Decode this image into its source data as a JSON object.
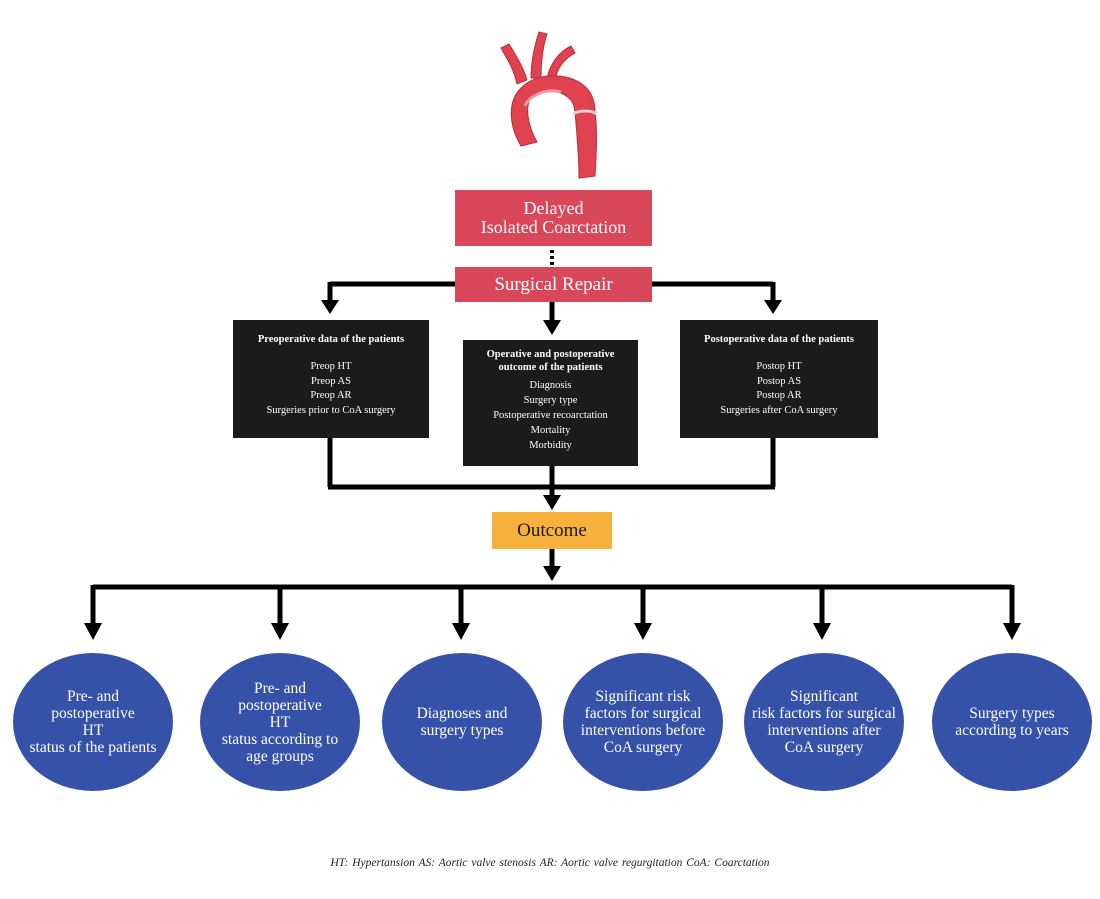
{
  "colors": {
    "red_box": "#d9485a",
    "black_box": "#1b1b1b",
    "orange_box": "#f6b13c",
    "circle": "#3552a8",
    "connector": "#000000",
    "illustration_red": "#e04250"
  },
  "illustration": "aortic-arch-coarctation",
  "top_box": {
    "line1": "Delayed",
    "line2": "Isolated Coarctation"
  },
  "repair_box": "Surgical Repair",
  "black_boxes": [
    {
      "heading": "Preoperative data of the patients",
      "items": [
        "Preop HT",
        "Preop AS",
        "Preop AR",
        "Surgeries prior to CoA surgery"
      ]
    },
    {
      "heading_line1": "Operative  and postoperative",
      "heading_line2": "outcome of the patients",
      "items": [
        "Diagnosis",
        "Surgery type",
        "Postoperative recoarctation",
        "Mortality",
        "Morbidity"
      ]
    },
    {
      "heading": "Postoperative data of the patients",
      "items": [
        "Postop HT",
        "Postop AS",
        "Postop AR",
        "Surgeries after CoA surgery"
      ]
    }
  ],
  "outcome_box": "Outcome",
  "circles": [
    "Pre- and\npostoperative\nHT\nstatus  of the patients",
    "Pre- and\npostoperative\nHT\nstatus according to\nage groups",
    "Diagnoses and\nsurgery types",
    "Significant risk\nfactors for surgical\ninterventions before\nCoA surgery",
    "Significant\nrisk factors for surgical\ninterventions after\nCoA surgery",
    "Surgery types\naccording to years"
  ],
  "footnote": "HT: Hypertansion  AS: Aortic valve stenosis  AR: Aortic valve regurgitation  CoA: Coarctation"
}
